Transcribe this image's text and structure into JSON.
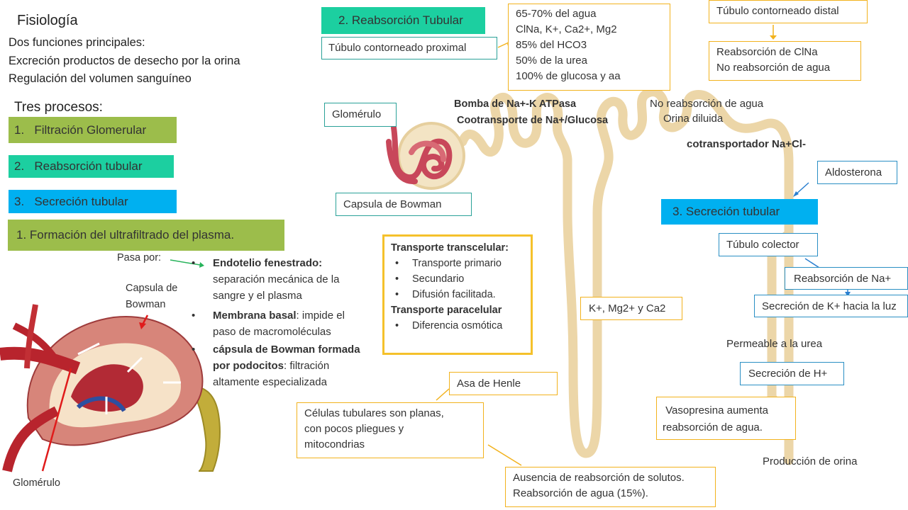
{
  "left": {
    "title": "Fisiología",
    "lines": [
      "Dos funciones principales:",
      "Excreción productos de desecho por la orina",
      "Regulación del volumen sanguíneo"
    ],
    "procesos_title": "Tres procesos:",
    "procesos": [
      "1.   Filtración Glomerular",
      "2.   Reabsorción tubular",
      "3.   Secreción tubular"
    ],
    "formacion": "1. Formación del ultrafiltrado del plasma.",
    "pasa_por": "Pasa por:",
    "capsula_label": [
      "Capsula de",
      "Bowman"
    ],
    "glomerulo_label": "Glomérulo",
    "bullets": [
      {
        "bold": "Endotelio fenestrado:",
        "rest": [
          "separación mecánica de la",
          "sangre y el plasma"
        ]
      },
      {
        "bold": "Membrana basal",
        "rest_inline": ": impide el",
        "rest": [
          "paso de macromoléculas"
        ]
      },
      {
        "bold": "cápsula de Bowman formada",
        "bold2": "por podocitos",
        "rest_inline": ": filtración",
        "rest": [
          "altamente especializada"
        ]
      }
    ]
  },
  "center": {
    "reabs_header": "2. Reabsorción Tubular",
    "proximal": "Túbulo contorneado proximal",
    "proximal_list": [
      "65-70% del agua",
      "ClNa, K+, Ca2+, Mg2",
      "85% del HCO3",
      "50% de la urea",
      "100% de glucosa y aa"
    ],
    "glomerulo": "Glomérulo",
    "capsula": "Capsula de Bowman",
    "bomba": "Bomba de Na+-K ATPasa",
    "cotransporte": "Cootransporte de Na+/Glucosa",
    "transporte": {
      "t1": "Transporte transcelular:",
      "l1": [
        "Transporte primario",
        "Secundario",
        "Difusión facilitada."
      ],
      "t2": "Transporte paracelular",
      "l2": [
        "Diferencia osmótica"
      ]
    },
    "kmg": "K+, Mg2+ y Ca2",
    "asa": "Asa de Henle",
    "celulas": [
      "Células tubulares son planas,",
      "con pocos pliegues y",
      "mitocondrias"
    ],
    "ausencia": [
      "Ausencia de reabsorción de solutos.",
      "Reabsorción de agua (15%)."
    ]
  },
  "right": {
    "distal": "Túbulo contorneado distal",
    "reabs_clna": [
      "Reabsorción de ClNa",
      "No  reabsorción de agua"
    ],
    "no_reabs": "No reabsorción de agua",
    "orina_diluida": "Orina diluida",
    "cotransportador": "cotransportador Na+Cl-",
    "aldosterona": "Aldosterona",
    "secrecion_header": "3. Secreción tubular",
    "colector": "Túbulo colector",
    "reabs_na": "Reabsorción de Na+",
    "secrecion_k": "Secreción de K+ hacia la luz",
    "permeable": "Permeable a la urea",
    "secrecion_h": "Secreción de H+",
    "vasopresina": [
      " Vasopresina aumenta",
      "reabsorción de agua."
    ],
    "produccion": "Producción de orina"
  },
  "colors": {
    "green": "#9cbd4b",
    "teal": "#1ccfa0",
    "blue": "#00b0f0",
    "tubule": "#ecd6a8",
    "orange_border": "#f2b21d"
  }
}
